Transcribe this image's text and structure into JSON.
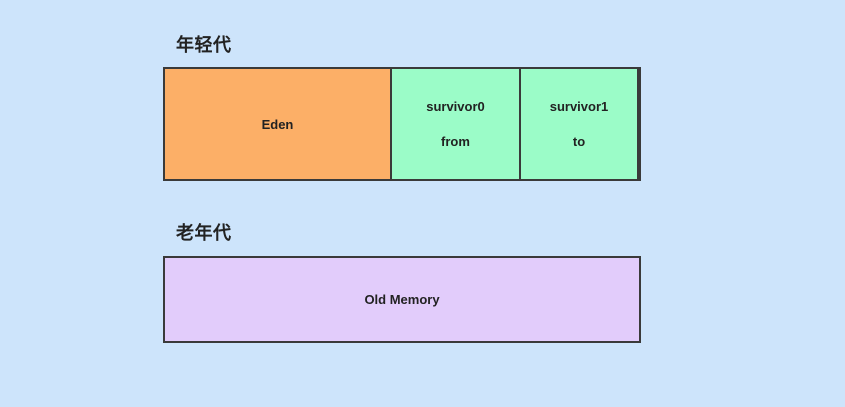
{
  "diagram": {
    "background_color": "#cde4fb",
    "border_color": "#3a3a3a",
    "text_color": "#222222",
    "sections": [
      {
        "id": "young",
        "title": "年轻代",
        "regions": [
          {
            "id": "eden",
            "primary_label": "Eden",
            "secondary_label": "",
            "color": "#fcaf67"
          },
          {
            "id": "survivor0",
            "primary_label": "survivor0",
            "secondary_label": "from",
            "color": "#9bfcc8"
          },
          {
            "id": "survivor1",
            "primary_label": "survivor1",
            "secondary_label": "to",
            "color": "#9bfcc8"
          }
        ]
      },
      {
        "id": "old",
        "title": "老年代",
        "regions": [
          {
            "id": "old-memory",
            "primary_label": "Old Memory",
            "secondary_label": "",
            "color": "#e2ccfb"
          }
        ]
      }
    ]
  }
}
